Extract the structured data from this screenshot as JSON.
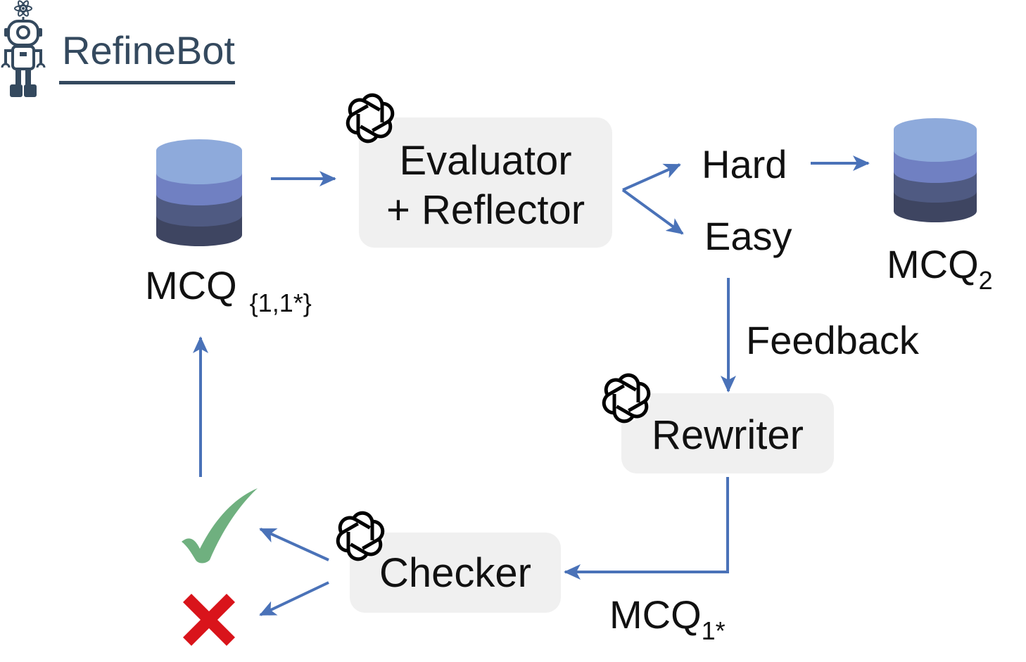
{
  "brand": {
    "title": "RefineBot",
    "logo_icon": "robot-icon"
  },
  "nodes": {
    "evaluator_line1": "Evaluator",
    "evaluator_line2": "+ Reflector",
    "rewriter": "Rewriter",
    "checker": "Checker"
  },
  "labels": {
    "hard": "Hard",
    "easy": "Easy",
    "feedback": "Feedback",
    "mcq_main": "MCQ",
    "mcq_main_sub": "{1,1*}",
    "mcq2_main": "MCQ",
    "mcq2_sub": "2",
    "mcq1_main": "MCQ",
    "mcq1_sub": "1*"
  },
  "icons": {
    "agent": "openai-logo-icon",
    "database": "database-icon",
    "pass": "checkmark-icon",
    "fail": "cross-icon"
  },
  "colors": {
    "arrow": "#4a72b8",
    "brand": "#34495e",
    "box": "#f0f0f0",
    "check": "#6fb07f",
    "cross": "#d9141b",
    "db_top": "#8eaadb",
    "db_layer2": "#7080c2",
    "db_layer3": "#4f5a82",
    "db_layer4": "#3e4561"
  }
}
